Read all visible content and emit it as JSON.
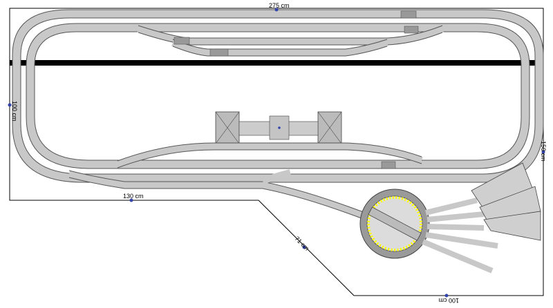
{
  "dimensions": {
    "top": "275 cm",
    "left": "100 cm",
    "right": "150 cm",
    "bottom_left": "130 cm",
    "diagonal": "71 cm",
    "bottom_right": "100 cm"
  },
  "colors": {
    "track": "#c8c8c8",
    "rail": "#555555",
    "turntable_ring": "#9a9a9a",
    "turntable_lights": "#ffff00",
    "scenery_divider": "#000000",
    "marker": "#3344aa"
  }
}
